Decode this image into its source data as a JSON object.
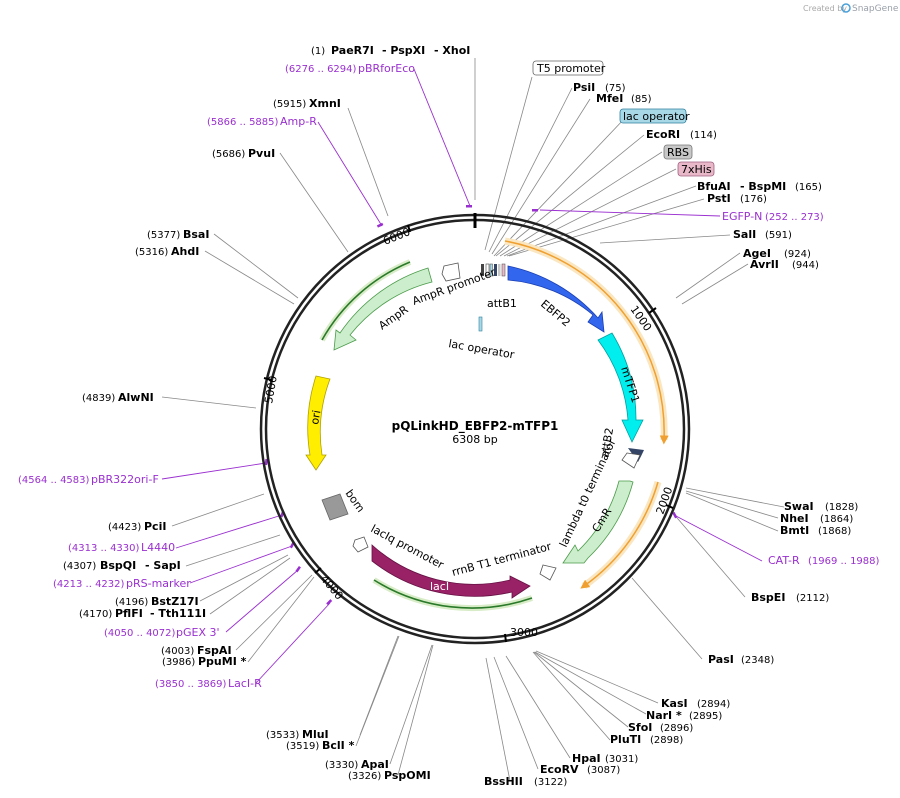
{
  "credit": {
    "prefix": "Created by",
    "brand": "SnapGene"
  },
  "plasmid": {
    "name": "pQLinkHD_EBFP2-mTFP1",
    "length_label": "6308 bp",
    "length": 6308
  },
  "ticks": [
    "1000",
    "2000",
    "3000",
    "4000",
    "5000",
    "6000"
  ],
  "right_sites": [
    {
      "pos": "(1)",
      "names": [
        "PaeR7I",
        "- PspXI",
        "- XhoI"
      ]
    },
    {
      "pos": "(75)",
      "names": [
        "PsiI"
      ]
    },
    {
      "pos": "(85)",
      "names": [
        "MfeI"
      ]
    },
    {
      "pos": "(114)",
      "names": [
        "EcoRI"
      ]
    },
    {
      "pos": "(165)",
      "names": [
        "BfuAI",
        "- BspMI"
      ]
    },
    {
      "pos": "(176)",
      "names": [
        "PstI"
      ]
    },
    {
      "pos": "(591)",
      "names": [
        "SalI"
      ]
    },
    {
      "pos": "(924)",
      "names": [
        "AgeI"
      ]
    },
    {
      "pos": "(944)",
      "names": [
        "AvrII"
      ]
    },
    {
      "pos": "(1828)",
      "names": [
        "SwaI"
      ]
    },
    {
      "pos": "(1864)",
      "names": [
        "NheI"
      ]
    },
    {
      "pos": "(1868)",
      "names": [
        "BmtI"
      ]
    },
    {
      "pos": "(2112)",
      "names": [
        "BspEI"
      ]
    },
    {
      "pos": "(2348)",
      "names": [
        "PasI"
      ]
    },
    {
      "pos": "(2894)",
      "names": [
        "KasI"
      ]
    },
    {
      "pos": "(2895)",
      "names": [
        "NarI *"
      ]
    },
    {
      "pos": "(2896)",
      "names": [
        "SfoI"
      ]
    },
    {
      "pos": "(2898)",
      "names": [
        "PluTI"
      ]
    },
    {
      "pos": "(3031)",
      "names": [
        "HpaI"
      ]
    },
    {
      "pos": "(3087)",
      "names": [
        "EcoRV"
      ]
    },
    {
      "pos": "(3122)",
      "names": [
        "BssHII"
      ]
    }
  ],
  "left_sites": [
    {
      "pos": "(5915)",
      "names": [
        "XmnI"
      ]
    },
    {
      "pos": "(5686)",
      "names": [
        "PvuI"
      ]
    },
    {
      "pos": "(5377)",
      "names": [
        "BsaI"
      ]
    },
    {
      "pos": "(5316)",
      "names": [
        "AhdI"
      ]
    },
    {
      "pos": "(4839)",
      "names": [
        "AlwNI"
      ]
    },
    {
      "pos": "(4423)",
      "names": [
        "PciI"
      ]
    },
    {
      "pos": "(4307)",
      "names": [
        "BspQI",
        "- SapI"
      ]
    },
    {
      "pos": "(4196)",
      "names": [
        "BstZ17I"
      ]
    },
    {
      "pos": "(4170)",
      "names": [
        "PflFI",
        "- Tth111I"
      ]
    },
    {
      "pos": "(4003)",
      "names": [
        "FspAI"
      ]
    },
    {
      "pos": "(3986)",
      "names": [
        "PpuMI *"
      ]
    },
    {
      "pos": "(3533)",
      "names": [
        "MluI"
      ]
    },
    {
      "pos": "(3519)",
      "names": [
        "BclI *"
      ]
    },
    {
      "pos": "(3330)",
      "names": [
        "ApaI"
      ]
    },
    {
      "pos": "(3326)",
      "names": [
        "PspOMI"
      ]
    }
  ],
  "primers": [
    {
      "range": "(6276 .. 6294)",
      "name": "pBRforEco"
    },
    {
      "range": "(5866 .. 5885)",
      "name": "Amp-R"
    },
    {
      "range": "(252 .. 273)",
      "name": "EGFP-N"
    },
    {
      "range": "(1969 .. 1988)",
      "name": "CAT-R"
    },
    {
      "range": "(4564 .. 4583)",
      "name": "pBR322ori-F"
    },
    {
      "range": "(4313 .. 4330)",
      "name": "L4440"
    },
    {
      "range": "(4213 .. 4232)",
      "name": "pRS-marker"
    },
    {
      "range": "(4050 .. 4072)",
      "name": "pGEX 3'"
    },
    {
      "range": "(3850 .. 3869)",
      "name": "LacI-R"
    }
  ],
  "boxed_labels": [
    {
      "text": "T5 promoter",
      "fill": "#ffffff"
    },
    {
      "text": "lac operator",
      "fill": "#a8d8e6"
    },
    {
      "text": "RBS",
      "fill": "#c8c8c8"
    },
    {
      "text": "7xHis",
      "fill": "#e8b8c8"
    }
  ],
  "features": [
    {
      "name": "EBFP2",
      "color": "#3366ee"
    },
    {
      "name": "mTFP1",
      "color": "#00eeee"
    },
    {
      "name": "CmR",
      "color": "#cceecc"
    },
    {
      "name": "lacI",
      "color": "#992266"
    },
    {
      "name": "ori",
      "color": "#ffee00"
    },
    {
      "name": "AmpR",
      "color": "#cceecc"
    },
    {
      "name": "bom",
      "color": "#999999"
    },
    {
      "name": "AmpR promoter",
      "color": "#ffffff"
    },
    {
      "name": "attB1",
      "color": "#334466"
    },
    {
      "name": "attB2",
      "color": "#334466"
    },
    {
      "name": "lac operator",
      "color": "#a8d8e6"
    },
    {
      "name": "lambda t0 terminator",
      "color": "#ffffff"
    },
    {
      "name": "rrnB T1 terminator",
      "color": "#ffffff"
    },
    {
      "name": "lacIq promoter",
      "color": "#ffffff"
    }
  ],
  "colors": {
    "orf": "#f0a030",
    "orf_glow": "#fae6c0",
    "primer": "#9a2fd0",
    "backbone": "#222222"
  }
}
